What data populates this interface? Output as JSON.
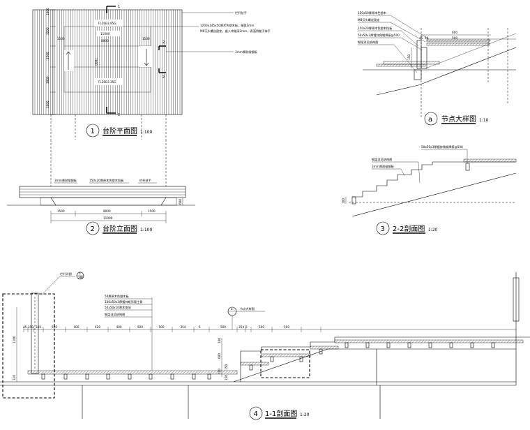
{
  "views": {
    "plan": {
      "number": "1",
      "title": "台阶平面图",
      "scale": "1:100"
    },
    "elevation": {
      "number": "2",
      "title": "台阶立面图",
      "scale": "1:100"
    },
    "section22": {
      "number": "3",
      "title": "2-2剖面图",
      "scale": "1:20"
    },
    "section11": {
      "number": "4",
      "title": "1-1剖面图",
      "scale": "1:20"
    },
    "node": {
      "number": "a",
      "title": "节点大样图",
      "scale": "1:10"
    }
  },
  "plan": {
    "labels": {
      "railing": "栏杆扶手",
      "board": "1200x145x50厚木色塑木板，缝宽3mm",
      "board2": "M6沉头螺丝固定，嵌入木缝深2mm，表面用腻子抹平",
      "plate": "3mm厚耐候钢板",
      "fl_top": "FL26B3.95G",
      "fl_bot": "FL26B3.35G",
      "cut1": "1",
      "cut2": "2"
    },
    "dims": {
      "top_total": "11000",
      "top_mid": "8000",
      "side1": "1500",
      "side2": "1500",
      "mid": "7000",
      "left_v": [
        "1000",
        "3500",
        "3500",
        "3000",
        "1000"
      ]
    }
  },
  "elevation": {
    "labels": {
      "plate": "3mm厚耐候钢板",
      "panel": "150x20厚原木色塑木挡板",
      "railing": "栏杆扶手"
    },
    "dims": {
      "a": "1500",
      "b": "8000",
      "c": "1500",
      "total": "11000",
      "h": "600"
    }
  },
  "node": {
    "labels": [
      "150x50厚原木色塑木",
      "M8沉头螺丝固定",
      "150x20厚原木色塑木挡板",
      "50x50x3厚镀锌角钢焊接@500",
      "钢梁详见结构图"
    ],
    "dims": {
      "w": "600",
      "w2": "500",
      "a": "45",
      "b": "50",
      "h": "150"
    }
  },
  "section22": {
    "labels": [
      "50x50x3厚镀锌角钢焊接@500",
      "钢梁详见结构图",
      "3mm厚耐候钢板"
    ],
    "dim": "100"
  },
  "section11": {
    "labels": [
      "50厚原木色塑木板",
      "100x50x3厚镀锌矩形管主骨",
      "50x50x10厚木垫块",
      "钢梁详见结构图"
    ],
    "railing_ref": "栏杆详图",
    "ref_num": "3",
    "ref_sub": "2图",
    "node_ref": "a",
    "node_ref_sub": "",
    "node_label": "节点大样图",
    "dims": [
      "45",
      "150",
      "345",
      "500",
      "400",
      "420",
      "400",
      "500",
      "500",
      "354",
      "5",
      "500",
      "354",
      "5",
      "500",
      "500"
    ],
    "vdims": [
      "1100",
      "310"
    ],
    "vdims2": [
      "100",
      "600",
      "100",
      "150",
      "150"
    ]
  }
}
